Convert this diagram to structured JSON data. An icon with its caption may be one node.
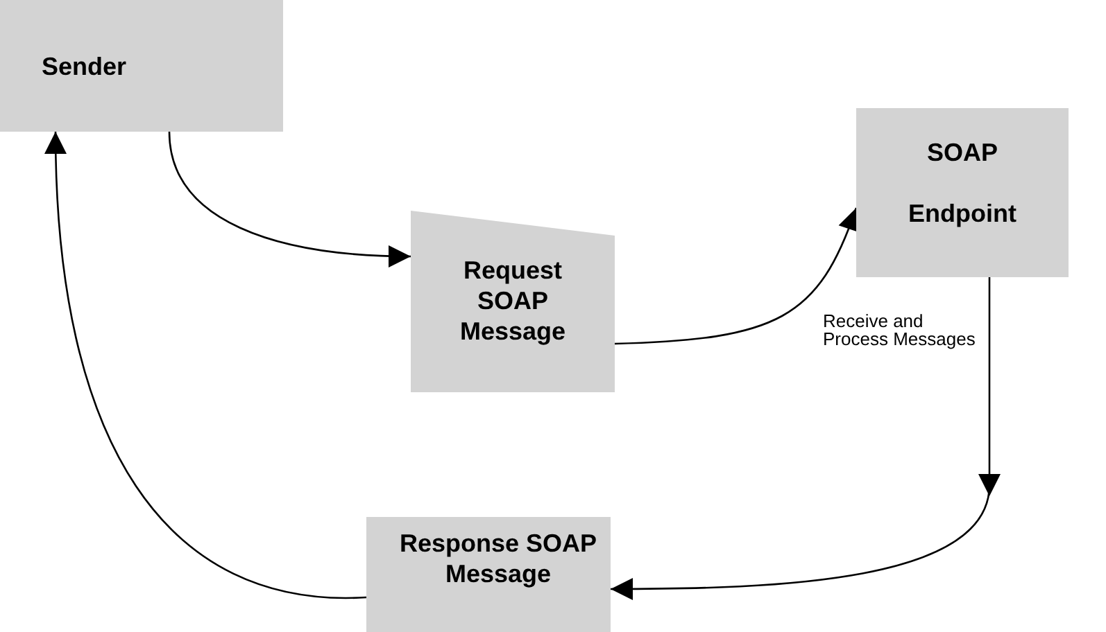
{
  "diagram": {
    "nodes": [
      {
        "text": [
          "Sender"
        ]
      },
      {
        "text": [
          "Request SOAP Message"
        ]
      },
      {
        "text": [
          "SOAP",
          "Endpoint"
        ]
      },
      {
        "text": [
          "Response SOAP Message"
        ]
      }
    ],
    "edges": [
      {
        "from": 0,
        "to": 1,
        "arrow": "to"
      },
      {
        "from": 1,
        "to": 2,
        "arrow": "to"
      },
      {
        "from": 2,
        "to": 3,
        "arrow": "to",
        "label": "Receive and Process Messages"
      },
      {
        "from": 3,
        "to": 0,
        "arrow": "to"
      }
    ]
  }
}
